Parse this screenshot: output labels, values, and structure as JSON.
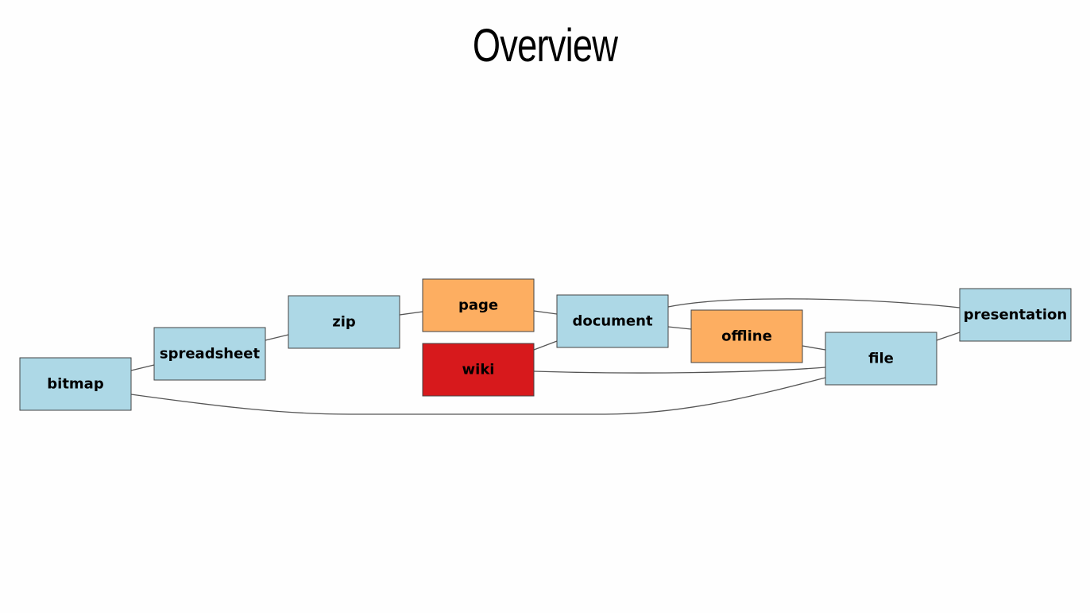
{
  "title": "Overview",
  "colors": {
    "default": "#add8e6",
    "highlight": "#fdae61",
    "focus": "#d7191c"
  },
  "nodes": [
    {
      "id": "bitmap",
      "label": "bitmap",
      "color": "#add8e6"
    },
    {
      "id": "spreadsheet",
      "label": "spreadsheet",
      "color": "#add8e6"
    },
    {
      "id": "zip",
      "label": "zip",
      "color": "#add8e6"
    },
    {
      "id": "page",
      "label": "page",
      "color": "#fdae61"
    },
    {
      "id": "wiki",
      "label": "wiki",
      "color": "#d7191c"
    },
    {
      "id": "document",
      "label": "document",
      "color": "#add8e6"
    },
    {
      "id": "offline",
      "label": "offline",
      "color": "#fdae61"
    },
    {
      "id": "file",
      "label": "file",
      "color": "#add8e6"
    },
    {
      "id": "presentation",
      "label": "presentation",
      "color": "#add8e6"
    }
  ],
  "edges": [
    {
      "from": "bitmap",
      "to": "spreadsheet"
    },
    {
      "from": "spreadsheet",
      "to": "zip"
    },
    {
      "from": "zip",
      "to": "page"
    },
    {
      "from": "page",
      "to": "document"
    },
    {
      "from": "wiki",
      "to": "document"
    },
    {
      "from": "document",
      "to": "offline"
    },
    {
      "from": "offline",
      "to": "file"
    },
    {
      "from": "document",
      "to": "presentation"
    },
    {
      "from": "file",
      "to": "presentation"
    },
    {
      "from": "wiki",
      "to": "file"
    },
    {
      "from": "bitmap",
      "to": "file"
    }
  ]
}
